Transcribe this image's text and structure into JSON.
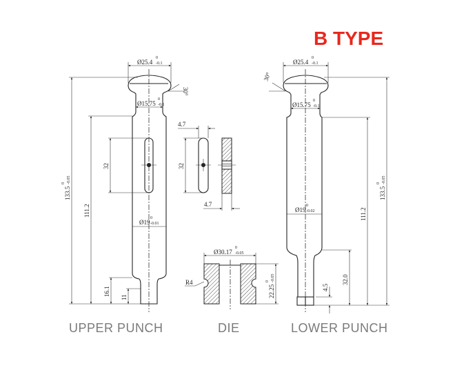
{
  "title": "B TYPE",
  "colors": {
    "title": "#e8281e",
    "labels": "#7a7a7a",
    "lines": "#222222"
  },
  "labels": {
    "upper_punch": "UPPER PUNCH",
    "die": "DIE",
    "lower_punch": "LOWER PUNCH"
  },
  "upper": {
    "head_dia": {
      "main": "Ø25.4",
      "upper": "0",
      "lower": "-0.1"
    },
    "neck_dia": {
      "main": "Ø15.75",
      "upper": "0",
      "lower": "-0.1"
    },
    "shaft_dia": {
      "main": "Ø19",
      "upper": "0",
      "lower": "-0.01"
    },
    "angle": "30°",
    "total_len": {
      "main": "133.5",
      "upper": "0",
      "lower": "-0.05"
    },
    "body_len": "111.2",
    "slot_len": "32",
    "tip_len": "16.1",
    "tip_short": "11"
  },
  "key": {
    "width_top": "4.7",
    "length": "32",
    "width_bottom": "4.7"
  },
  "die": {
    "outer_dia": {
      "main": "Ø30.17",
      "upper": "0",
      "lower": "-0.05"
    },
    "height": {
      "main": "22.25",
      "upper": "0",
      "lower": "-0.05"
    },
    "radius": "R4"
  },
  "lower": {
    "head_dia": {
      "main": "Ø25.4",
      "upper": "0",
      "lower": "-0.1"
    },
    "neck_dia": {
      "main": "Ø15.75",
      "upper": "0",
      "lower": "-0.1"
    },
    "shaft_dia": {
      "main": "Ø19",
      "upper": "0",
      "lower": "-0.02"
    },
    "angle": "30°",
    "total_len": {
      "main": "133.5",
      "upper": "0",
      "lower": "-0.05"
    },
    "body_len": "111.2",
    "tip_len": "32.0",
    "cap_len": "4.5"
  }
}
